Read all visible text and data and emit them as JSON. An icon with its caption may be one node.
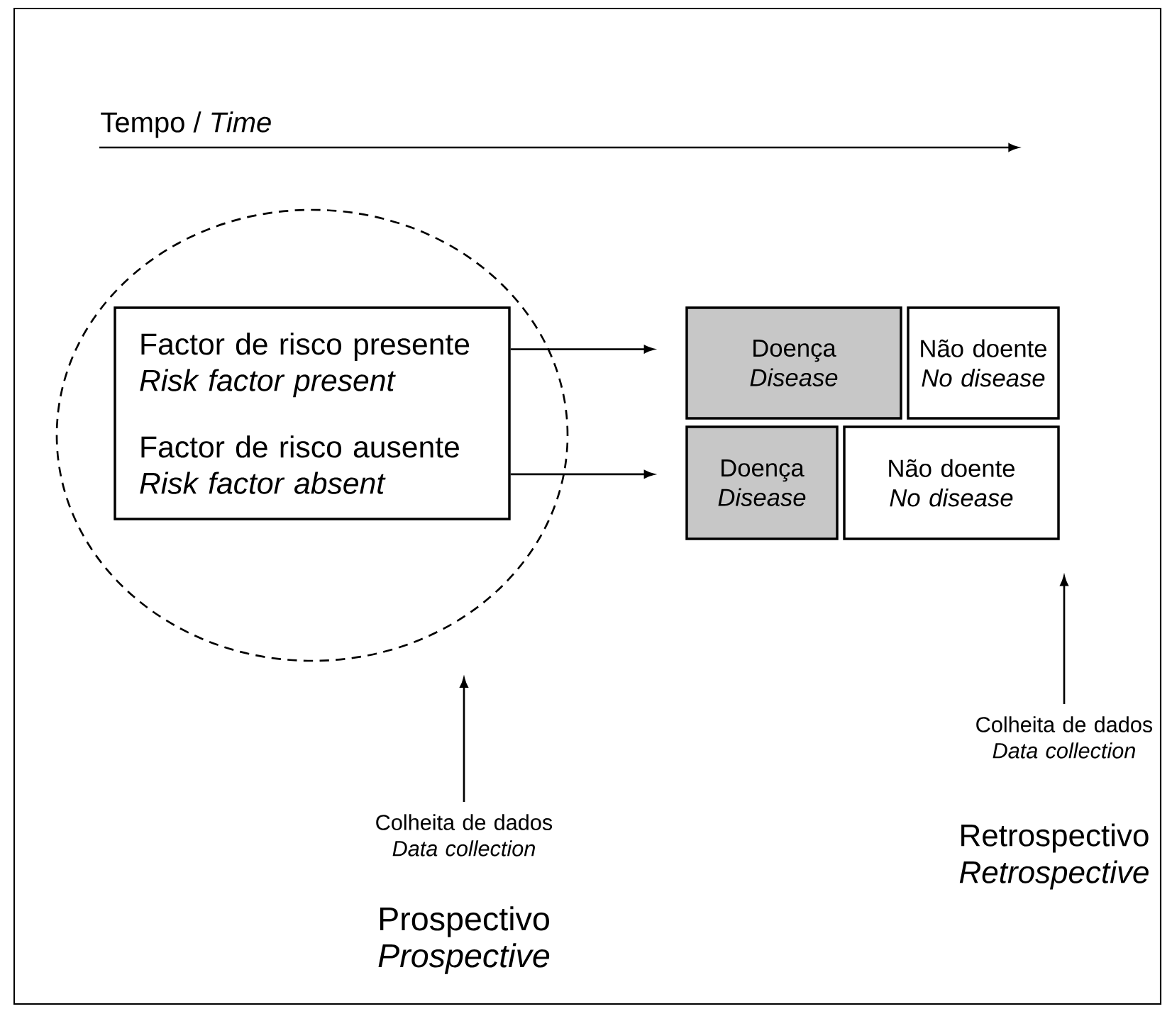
{
  "diagram": {
    "nodes": [
      {
        "text": [],
        "shape": "circle"
      },
      {
        "text": [
          "Factor de risco presente",
          "Risk factor present",
          "Factor de risco ausente",
          "Risk factor absent"
        ],
        "in": 0
      },
      {
        "text": [
          "Doença",
          "Disease"
        ]
      },
      {
        "text": [
          "Não doente",
          "No disease"
        ]
      },
      {
        "text": [
          "Doença",
          "Disease"
        ]
      },
      {
        "text": [
          "Não doente",
          "No disease"
        ]
      },
      {
        "text": [
          "Colheita de dados",
          "Data collection"
        ]
      },
      {
        "text": [
          "Colheita de dados",
          "Data collection"
        ]
      }
    ],
    "edges": [
      {
        "from": 1,
        "to": 2,
        "arrow": "to"
      },
      {
        "from": 1,
        "to": 4,
        "arrow": "to"
      },
      {
        "from": 6,
        "to": 0,
        "arrow": "to"
      },
      {
        "from": 7,
        "to": 5,
        "arrow": "to"
      }
    ],
    "labels": [
      "Tempo / *Time*",
      "Prospectivo",
      "Prospective",
      "Retrospectivo",
      "Retrospective"
    ]
  }
}
